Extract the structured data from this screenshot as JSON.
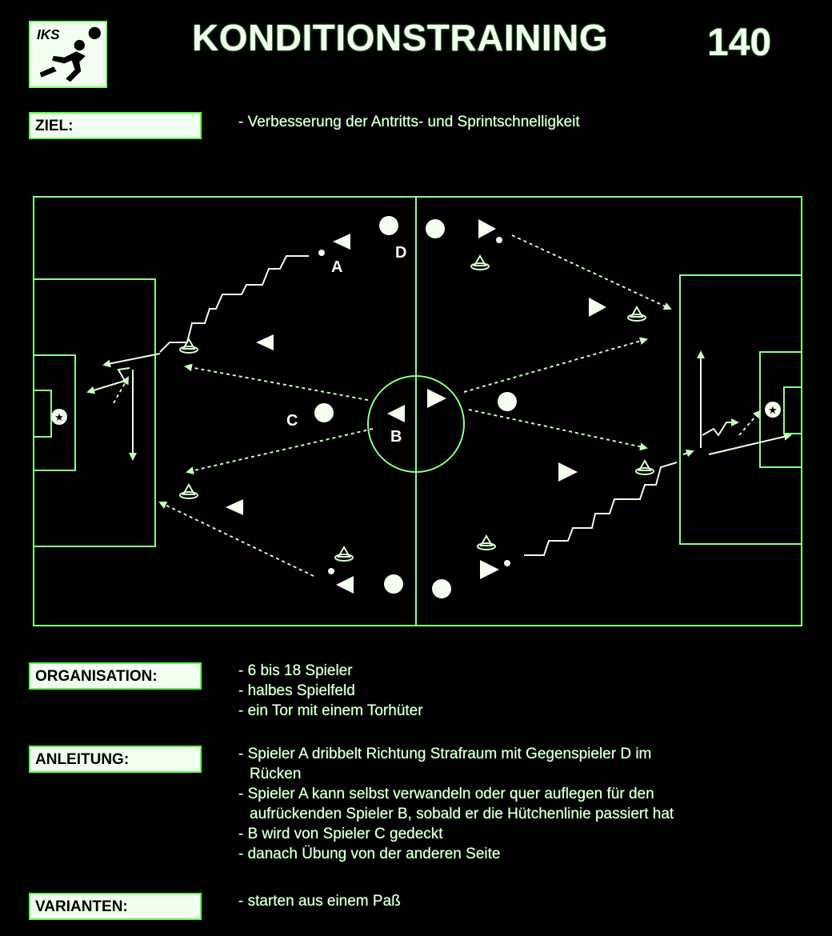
{
  "header": {
    "logo_icon": "player-kicking-ball-icon",
    "title": "KONDITIONSTRAINING",
    "page_number": "140"
  },
  "sections": {
    "ziel": {
      "label": "ZIEL:",
      "items": [
        "- Verbesserung der Antritts- und Sprintschnelligkeit"
      ]
    },
    "organisation": {
      "label": "ORGANISATION:",
      "items": [
        "- 6 bis 18 Spieler",
        "- halbes Spielfeld",
        "- ein Tor mit einem Torhüter"
      ]
    },
    "anleitung": {
      "label": "ANLEITUNG:",
      "lines": [
        "- Spieler A dribbelt Richtung Strafraum mit Gegenspieler D im",
        "Rücken",
        "- Spieler A kann selbst verwandeln oder quer auflegen für den",
        "aufrückenden Spieler B, sobald er die Hütchenlinie passiert hat",
        "- B wird von Spieler C gedeckt",
        "- danach Übung von der anderen Seite"
      ]
    },
    "varianten": {
      "label": "VARIANTEN:",
      "items": [
        "- starten aus einem Paß"
      ]
    }
  },
  "diagram": {
    "labels": {
      "a": "A",
      "b": "B",
      "c": "C",
      "d": "D"
    },
    "colors": {
      "lines": "#8cff80",
      "text": "#f4fff0",
      "background": "#000000"
    }
  }
}
